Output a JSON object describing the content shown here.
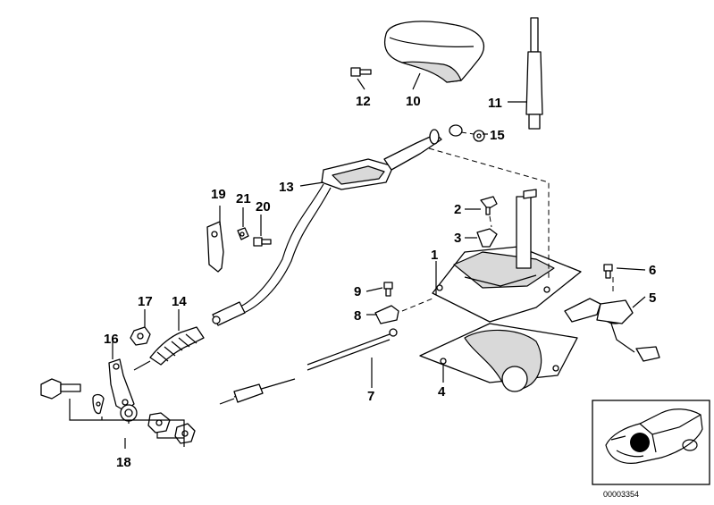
{
  "callouts": {
    "c1": "1",
    "c2": "2",
    "c3": "3",
    "c4": "4",
    "c5": "5",
    "c6": "6",
    "c7": "7",
    "c8": "8",
    "c9": "9",
    "c10": "10",
    "c11": "11",
    "c12": "12",
    "c13": "13",
    "c14": "14",
    "c15": "15",
    "c16": "16",
    "c17": "17",
    "c18": "18",
    "c19": "19",
    "c20": "20",
    "c21": "21"
  },
  "inset": {
    "code": "00003354"
  }
}
